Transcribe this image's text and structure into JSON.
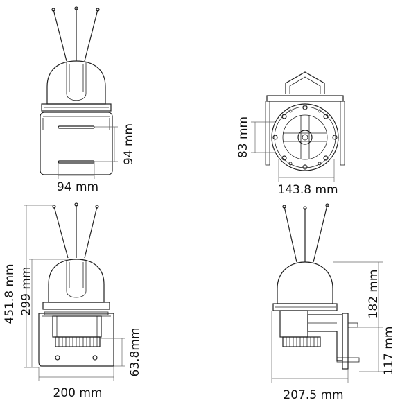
{
  "views": {
    "front_top": {
      "width_label": "94 mm",
      "height_label": "94 mm"
    },
    "side_top": {
      "height_label": "83 mm",
      "width_label": "143.8 mm"
    },
    "front_bottom": {
      "total_height_label": "451.8 mm",
      "body_height_label": "299 mm",
      "bracket_label": "63.8mm",
      "width_label": "200 mm"
    },
    "side_bottom": {
      "dome_label": "182 mm",
      "bracket_label": "117 mm",
      "width_label": "207.5 mm"
    }
  }
}
